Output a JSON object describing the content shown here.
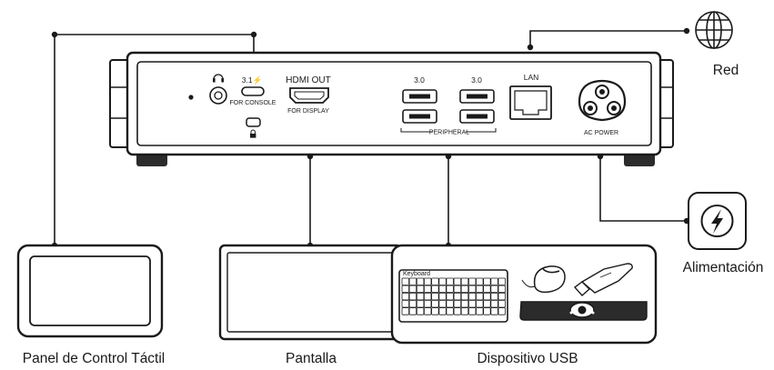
{
  "device": {
    "ports": {
      "usbc_version": "3.1⚡",
      "usbc_caption": "FOR CONSOLE",
      "hdmi_title": "HDMI OUT",
      "hdmi_caption": "FOR DISPLAY",
      "usb_a_left": "3.0",
      "usb_a_right": "3.0",
      "peripheral_caption": "PERIPHERAL",
      "lan": "LAN",
      "ac_power": "AC POWER"
    }
  },
  "peripherals": {
    "touch_panel": "Panel de Control Táctil",
    "display": "Pantalla",
    "usb_device": "Dispositivo USB",
    "keyboard_brand": "Keyboard",
    "network": "Red",
    "power": "Alimentación"
  }
}
